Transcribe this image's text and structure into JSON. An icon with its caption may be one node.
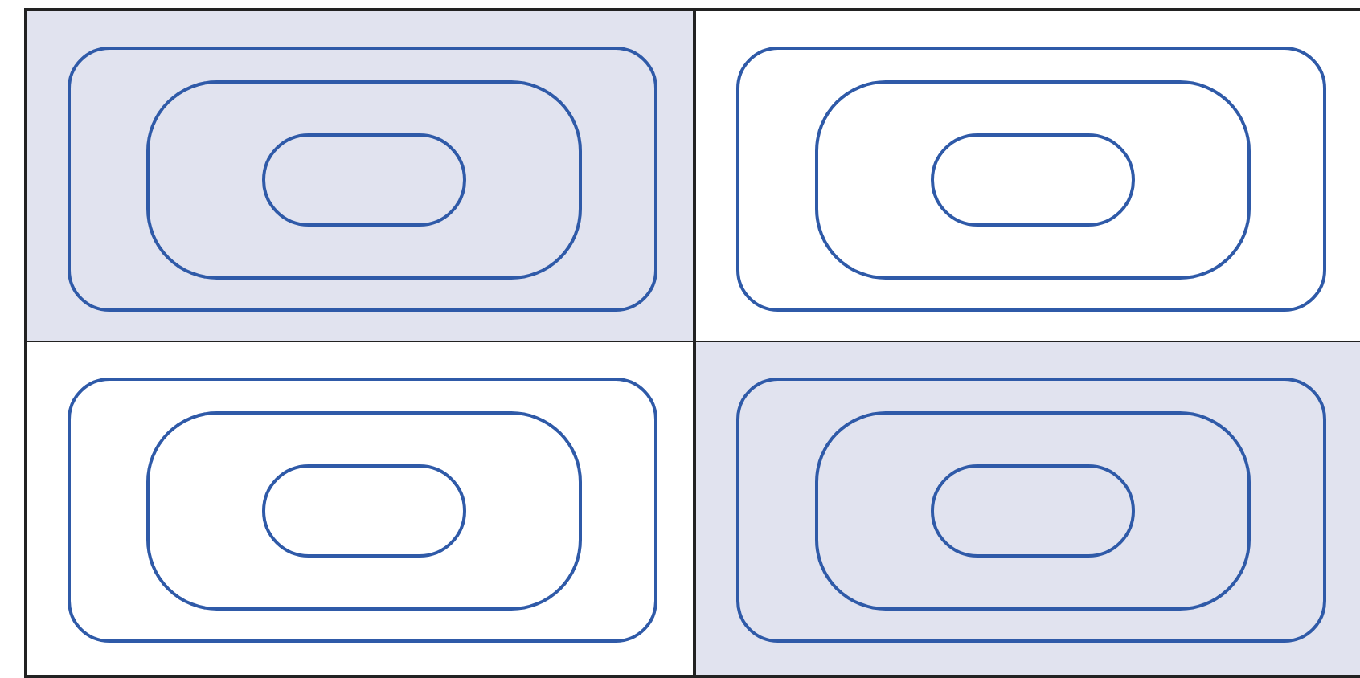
{
  "diagram": {
    "nodes": [
      {
        "text": [],
        "shape": "box"
      },
      {
        "text": [],
        "shape": "box",
        "in": 0
      },
      {
        "text": [],
        "shape": "box",
        "in": 1
      },
      {
        "text": [],
        "shape": "box",
        "in": 2
      },
      {
        "text": [],
        "shape": "box"
      },
      {
        "text": [],
        "shape": "box",
        "in": 4
      },
      {
        "text": [],
        "shape": "box",
        "in": 5
      },
      {
        "text": [],
        "shape": "box",
        "in": 6
      },
      {
        "text": [],
        "shape": "box"
      },
      {
        "text": [],
        "shape": "box",
        "in": 8
      },
      {
        "text": [],
        "shape": "box",
        "in": 9
      },
      {
        "text": [],
        "shape": "box",
        "in": 10
      },
      {
        "text": [],
        "shape": "box"
      },
      {
        "text": [],
        "shape": "box",
        "in": 12
      },
      {
        "text": [],
        "shape": "box",
        "in": 13
      },
      {
        "text": [],
        "shape": "box",
        "in": 14
      }
    ]
  }
}
